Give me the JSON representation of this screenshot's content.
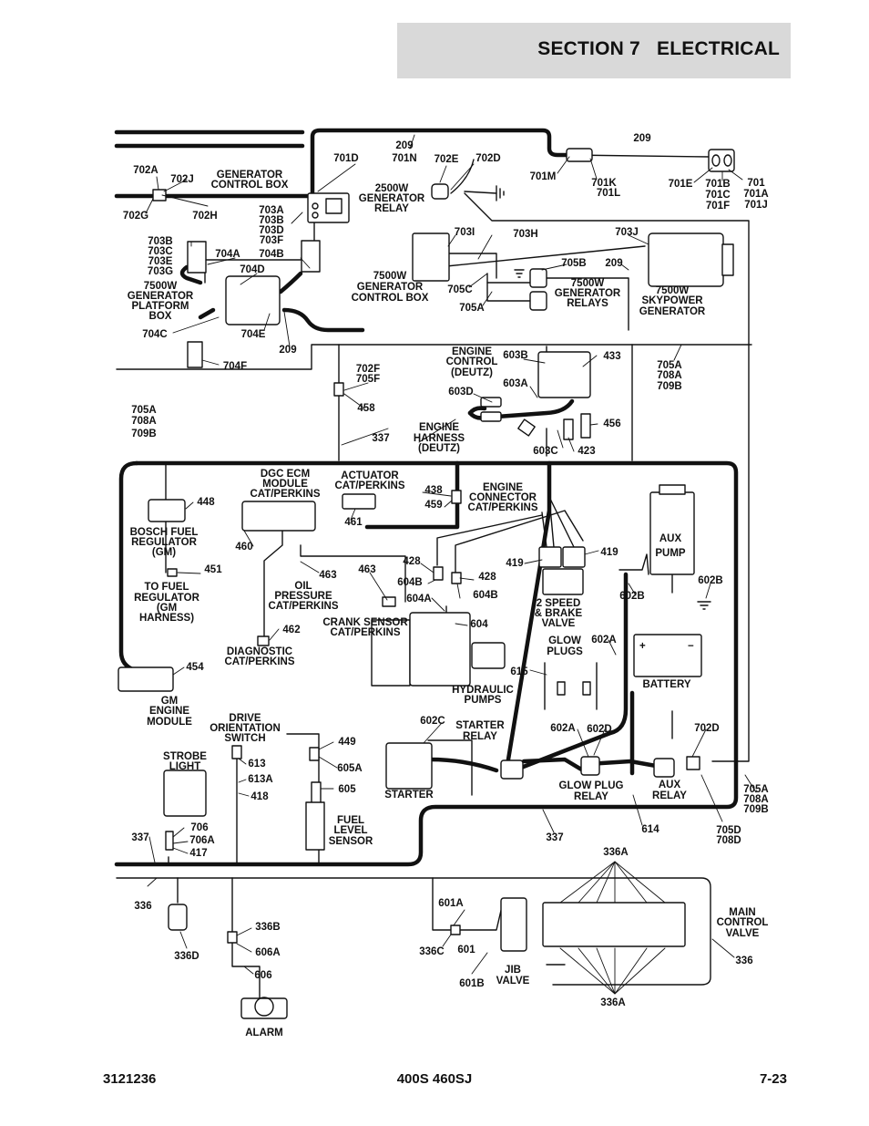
{
  "header": {
    "section": "SECTION 7",
    "title": "ELECTRICAL"
  },
  "footer": {
    "doc_number": "3121236",
    "model": "400S 460SJ",
    "page": "7-23"
  },
  "labels": {
    "l209a": "209",
    "l701n": "701N",
    "l701d": "701D",
    "l702e": "702E",
    "l702d": "702D",
    "l701m": "701M",
    "l701k": "701K",
    "l701l": "701L",
    "l209b": "209",
    "l701e": "701E",
    "l701b": "701B",
    "l701c": "701C",
    "l701f": "701F",
    "l701": "701",
    "l701a": "701A",
    "l701j": "701J",
    "l702a": "702A",
    "l702j": "702J",
    "l702g": "702G",
    "l702h": "702H",
    "gencb1": "GENERATOR",
    "gencb2": "CONTROL BOX",
    "l2500a": "2500W",
    "l2500b": "GENERATOR",
    "l2500c": "RELAY",
    "l703a": "703A",
    "l703b1": "703B",
    "l703d1": "703D",
    "l703f1": "703F",
    "l703b2": "703B",
    "l703c": "703C",
    "l703e": "703E",
    "l703g": "703G",
    "l704a": "704A",
    "l704b": "704B",
    "l704d": "704D",
    "l703i": "703I",
    "l703h": "703H",
    "l703j": "703J",
    "pb1": "7500W",
    "pb2": "GENERATOR",
    "pb3": "PLATFORM",
    "pb4": "BOX",
    "gcb1": "7500W",
    "gcb2": "GENERATOR",
    "gcb3": "CONTROL BOX",
    "l705c": "705C",
    "l705a1": "705A",
    "l705b": "705B",
    "l209c": "209",
    "gr1": "7500W",
    "gr2": "GENERATOR",
    "gr3": "RELAYS",
    "sg1": "7500W",
    "sg2": "SKYPOWER",
    "sg3": "GENERATOR",
    "l704c": "704C",
    "l704e": "704E",
    "l209d": "209",
    "l704f": "704F",
    "ec1": "ENGINE",
    "ec2": "CONTROL",
    "ec3": "(DEUTZ)",
    "l603b": "603B",
    "l433": "433",
    "l603a": "603A",
    "l603d": "603D",
    "l702f": "702F",
    "l705f": "705F",
    "l458": "458",
    "l705a2": "705A",
    "l708a2": "708A",
    "l709b2": "709B",
    "l705a3": "705A",
    "l708a3": "708A",
    "l709b3": "709B",
    "eh1": "ENGINE",
    "eh2": "HARNESS",
    "eh3": "(DEUTZ)",
    "l456": "456",
    "l603c": "603C",
    "l423": "423",
    "l337a": "337",
    "dgc1": "DGC ECM",
    "dgc2": "MODULE",
    "dgc3": "CAT/PERKINS",
    "act1": "ACTUATOR",
    "act2": "CAT/PERKINS",
    "l438": "438",
    "l459": "459",
    "ecn1": "ENGINE",
    "ecn2": "CONNECTOR",
    "ecn3": "CAT/PERKINS",
    "l448": "448",
    "l461": "461",
    "l460": "460",
    "bf1": "BOSCH FUEL",
    "bf2": "REGULATOR",
    "bf3": "(GM)",
    "l451": "451",
    "l463a": "463",
    "l463b": "463",
    "l428a": "428",
    "l428b": "428",
    "l419a": "419",
    "l419b": "419",
    "ap1": "AUX",
    "ap2": "PUMP",
    "tf1": "TO FUEL",
    "tf2": "REGULATOR",
    "tf3": "(GM",
    "tf4": "HARNESS)",
    "op1": "OIL",
    "op2": "PRESSURE",
    "op3": "CAT/PERKINS",
    "l604b1": "604B",
    "l604b2": "604B",
    "l604a": "604A",
    "l604": "604",
    "l602b1": "602B",
    "l602b2": "602B",
    "sb1": "2 SPEED",
    "sb2": "& BRAKE",
    "sb3": "VALVE",
    "cs1": "CRANK SENSOR",
    "cs2": "CAT/PERKINS",
    "l462": "462",
    "dg1": "DIAGNOSTIC",
    "dg2": "CAT/PERKINS",
    "gp1": "GLOW",
    "gp2": "PLUGS",
    "l602a1": "602A",
    "l454": "454",
    "l615": "615",
    "hp1": "HYDRAULIC",
    "hp2": "PUMPS",
    "batt": "BATTERY",
    "gm1": "GM",
    "gm2": "ENGINE",
    "gm3": "MODULE",
    "do1": "DRIVE",
    "do2": "ORIENTATION",
    "do3": "SWITCH",
    "l602c": "602C",
    "sr1": "STARTER",
    "sr2": "RELAY",
    "l602a2": "602A",
    "l602d": "602D",
    "l702d2": "702D",
    "l449": "449",
    "sl1": "STROBE",
    "sl2": "LIGHT",
    "l613": "613",
    "l613a": "613A",
    "l605a": "605A",
    "l605": "605",
    "l418": "418",
    "starter": "STARTER",
    "gpr1": "GLOW PLUG",
    "gpr2": "RELAY",
    "ar1": "AUX",
    "ar2": "RELAY",
    "l705a4": "705A",
    "l708a4": "708A",
    "l709b4": "709B",
    "fl1": "FUEL",
    "fl2": "LEVEL",
    "fl3": "SENSOR",
    "l706": "706",
    "l706a": "706A",
    "l417": "417",
    "l337b": "337",
    "l337c": "337",
    "l614": "614",
    "l705d": "705D",
    "l708d": "708D",
    "l336a1": "336A",
    "l336": "336",
    "l601a": "601A",
    "l336b": "336B",
    "mcv1": "MAIN",
    "mcv2": "CONTROL",
    "mcv3": "VALVE",
    "l336c": "336C",
    "l601": "601",
    "l336d": "336D",
    "l336e": "336",
    "l606a": "606A",
    "jv1": "JIB",
    "jv2": "VALVE",
    "l601b": "601B",
    "l606": "606",
    "l336a2": "336A",
    "alarm": "ALARM",
    "battery_plus": "+",
    "battery_minus": "−"
  }
}
